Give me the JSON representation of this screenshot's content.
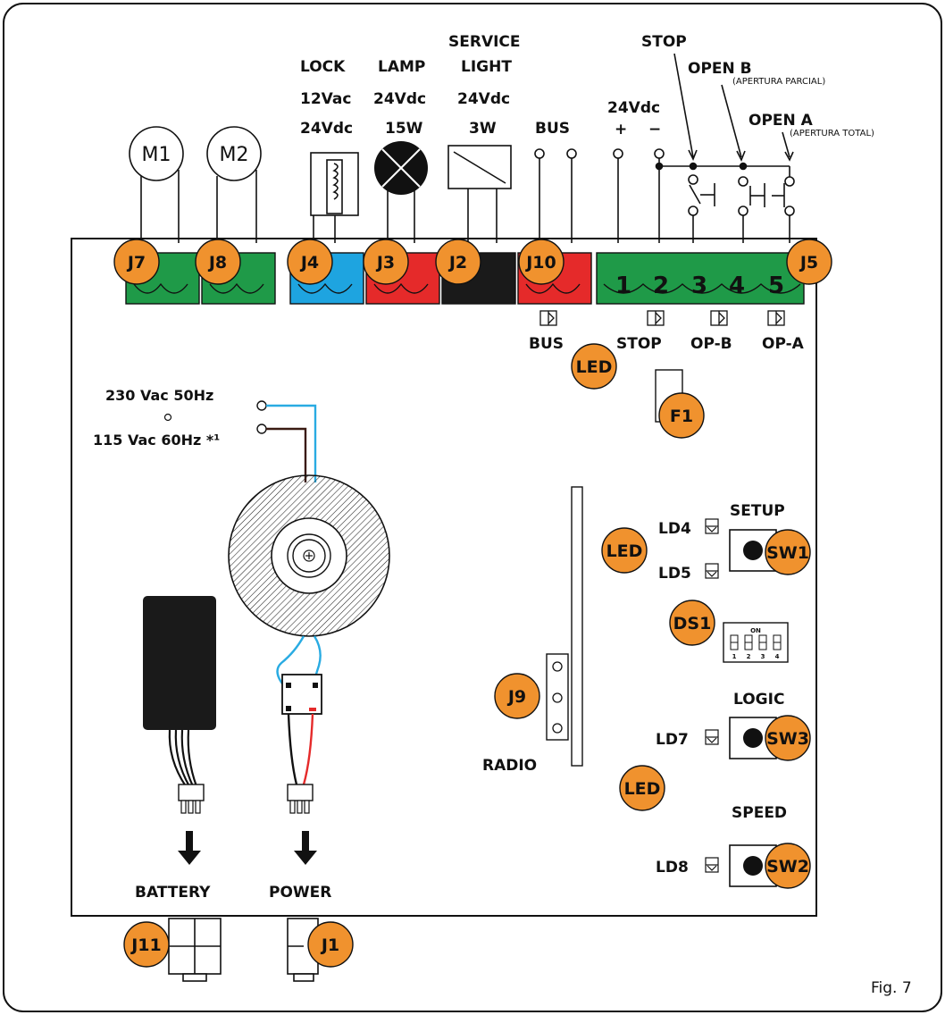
{
  "colors": {
    "badge": "#F0922E",
    "green": "#1F9A48",
    "blue": "#1EA4E0",
    "red": "#E52A2A",
    "black": "#1A1A1A",
    "wire_blue": "#29ABE2",
    "wire_brown": "#3A1A12",
    "wire_red": "#E52A2A"
  },
  "top_labels": {
    "lock_title": "LOCK",
    "lock_v1": "12Vac",
    "lock_v2": "24Vdc",
    "lamp_title": "LAMP",
    "lamp_v": "24Vdc",
    "lamp_w": "15W",
    "service_title1": "SERVICE",
    "service_title2": "LIGHT",
    "service_v": "24Vdc",
    "service_w": "3W",
    "bus": "BUS",
    "dc_v": "24Vdc",
    "plus": "+",
    "minus": "−",
    "stop": "STOP",
    "open_b": "OPEN B",
    "open_b_sub": "(APERTURA PARCIAL)",
    "open_a": "OPEN A",
    "open_a_sub": "(APERTURA TOTAL)"
  },
  "motors": {
    "m1": "M1",
    "m2": "M2"
  },
  "badges": {
    "j7": "J7",
    "j8": "J8",
    "j4": "J4",
    "j3": "J3",
    "j2": "J2",
    "j10": "J10",
    "j5": "J5",
    "led1": "LED",
    "f1": "F1",
    "led2": "LED",
    "sw1": "SW1",
    "ds1": "DS1",
    "j9": "J9",
    "sw3": "SW3",
    "led3": "LED",
    "sw2": "SW2",
    "j11": "J11",
    "j1": "J1"
  },
  "terminal_numbers": [
    "1",
    "2",
    "3",
    "4",
    "5"
  ],
  "input_labels": {
    "bus": "BUS",
    "stop": "STOP",
    "opb": "OP-B",
    "opa": "OP-A"
  },
  "supply": {
    "v230": "230 Vac 50Hz",
    "v115": "115 Vac 60Hz *¹"
  },
  "leds": {
    "ld4": "LD4",
    "ld5": "LD5",
    "ld7": "LD7",
    "ld8": "LD8"
  },
  "buttons": {
    "setup": "SETUP",
    "logic": "LOGIC",
    "speed": "SPEED"
  },
  "dip": {
    "on": "ON",
    "n1": "1",
    "n2": "2",
    "n3": "3",
    "n4": "4"
  },
  "radio": "RADIO",
  "bottom": {
    "battery": "BATTERY",
    "power": "POWER"
  },
  "figure": "Fig. 7"
}
